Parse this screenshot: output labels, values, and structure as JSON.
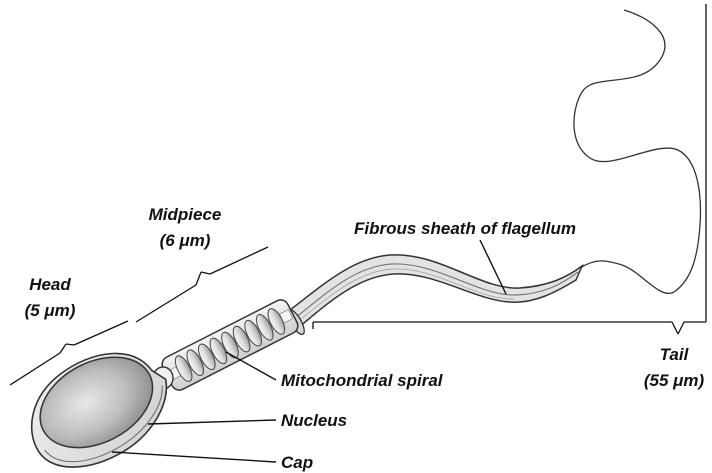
{
  "labels": {
    "head": "Head",
    "head_size": "(5 μm)",
    "midpiece": "Midpiece",
    "midpiece_size": "(6 μm)",
    "fibrous_sheath": "Fibrous sheath of flagellum",
    "tail": "Tail",
    "tail_size": "(55 μm)",
    "mitochondrial_spiral": "Mitochondrial spiral",
    "nucleus": "Nucleus",
    "cap": "Cap"
  }
}
